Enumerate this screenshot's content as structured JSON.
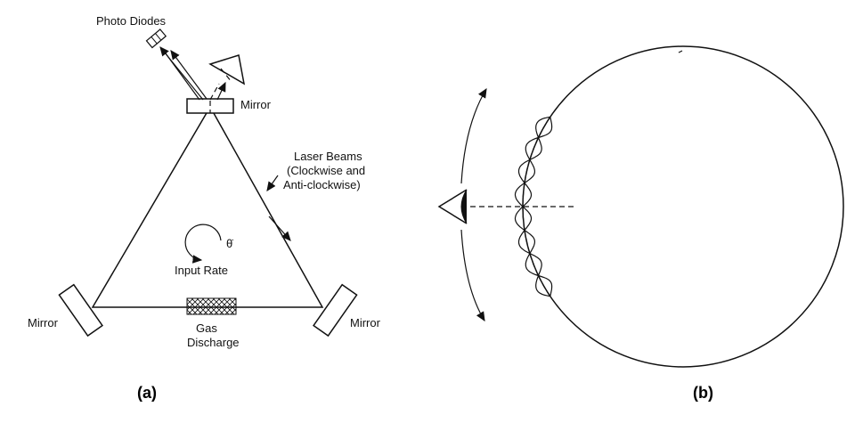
{
  "diagram_a": {
    "label_photo_diodes": "Photo Diodes",
    "label_mirror_top": "Mirror",
    "label_mirror_left": "Mirror",
    "label_mirror_right": "Mirror",
    "label_laser_beams_line1": "Laser Beams",
    "label_laser_beams_line2": "(Clockwise and",
    "label_laser_beams_line3": "Anti-clockwise)",
    "label_theta_dot": "θ̇",
    "label_input_rate": "Input Rate",
    "label_gas_line1": "Gas",
    "label_gas_line2": "Discharge",
    "caption": "(a)"
  },
  "diagram_b": {
    "caption": "(b)"
  }
}
